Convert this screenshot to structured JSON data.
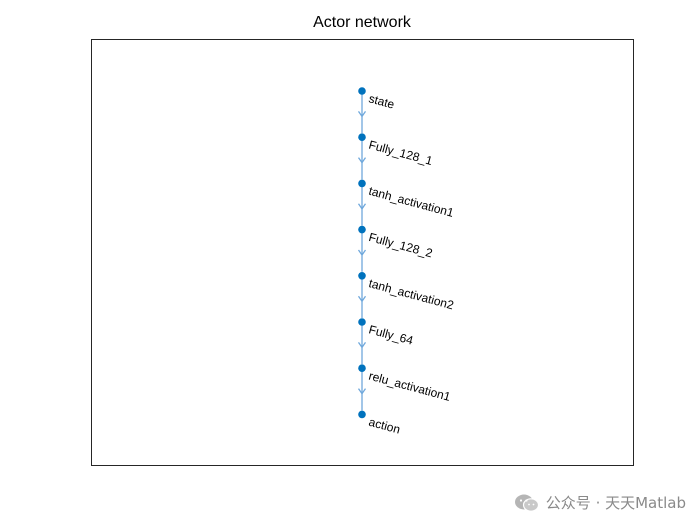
{
  "title": "Actor network",
  "nodes": [
    {
      "label": "state"
    },
    {
      "label": "Fully_128_1"
    },
    {
      "label": "tanh_activation1"
    },
    {
      "label": "Fully_128_2"
    },
    {
      "label": "tanh_activation2"
    },
    {
      "label": "Fully_64"
    },
    {
      "label": "relu_activation1"
    },
    {
      "label": "action"
    }
  ],
  "edges": [
    [
      0,
      1
    ],
    [
      1,
      2
    ],
    [
      2,
      3
    ],
    [
      3,
      4
    ],
    [
      4,
      5
    ],
    [
      5,
      6
    ],
    [
      6,
      7
    ]
  ],
  "colors": {
    "node": "#0072BD",
    "edge": "#6FA8DC",
    "axes": "#262626"
  },
  "watermark": {
    "icon": "wechat-icon",
    "text": "公众号 · 天天Matlab"
  }
}
